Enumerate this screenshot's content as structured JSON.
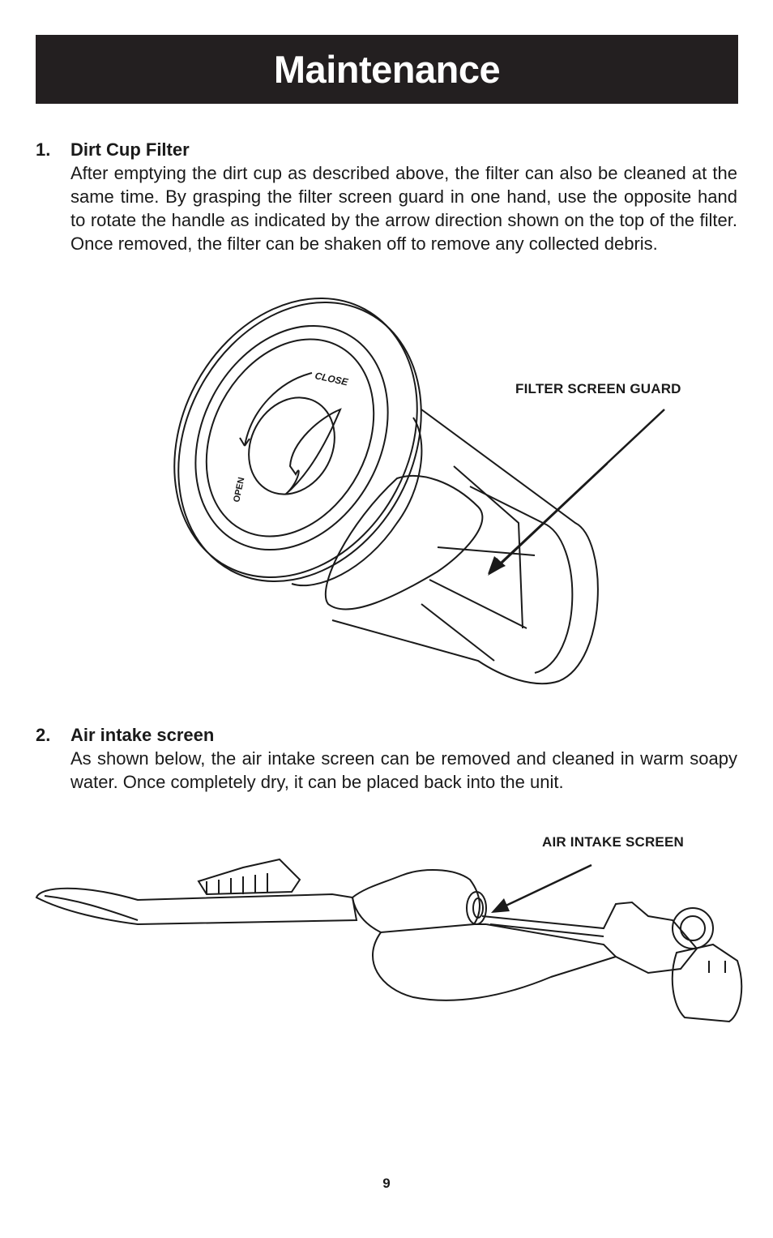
{
  "header": {
    "title": "Maintenance"
  },
  "sections": [
    {
      "number": "1.",
      "heading": "Dirt Cup Filter",
      "body": "After emptying the dirt cup as described above, the filter can also be cleaned at the same time. By grasping the filter screen guard in one hand, use the opposite hand to rotate the handle as indicated by the arrow direction shown on the top of the filter.  Once removed, the filter can be shaken off to remove any collected debris."
    },
    {
      "number": "2.",
      "heading": "Air intake screen",
      "body": "As shown below, the air intake screen can be removed and cleaned in warm soapy water.  Once completely dry, it can be placed back into the unit."
    }
  ],
  "figures": {
    "filter": {
      "callout": "FILTER SCREEN GUARD",
      "dial_close": "CLOSE",
      "dial_open": "OPEN"
    },
    "vacuum": {
      "callout": "AIR INTAKE SCREEN"
    }
  },
  "footer": {
    "page_number": "9"
  }
}
